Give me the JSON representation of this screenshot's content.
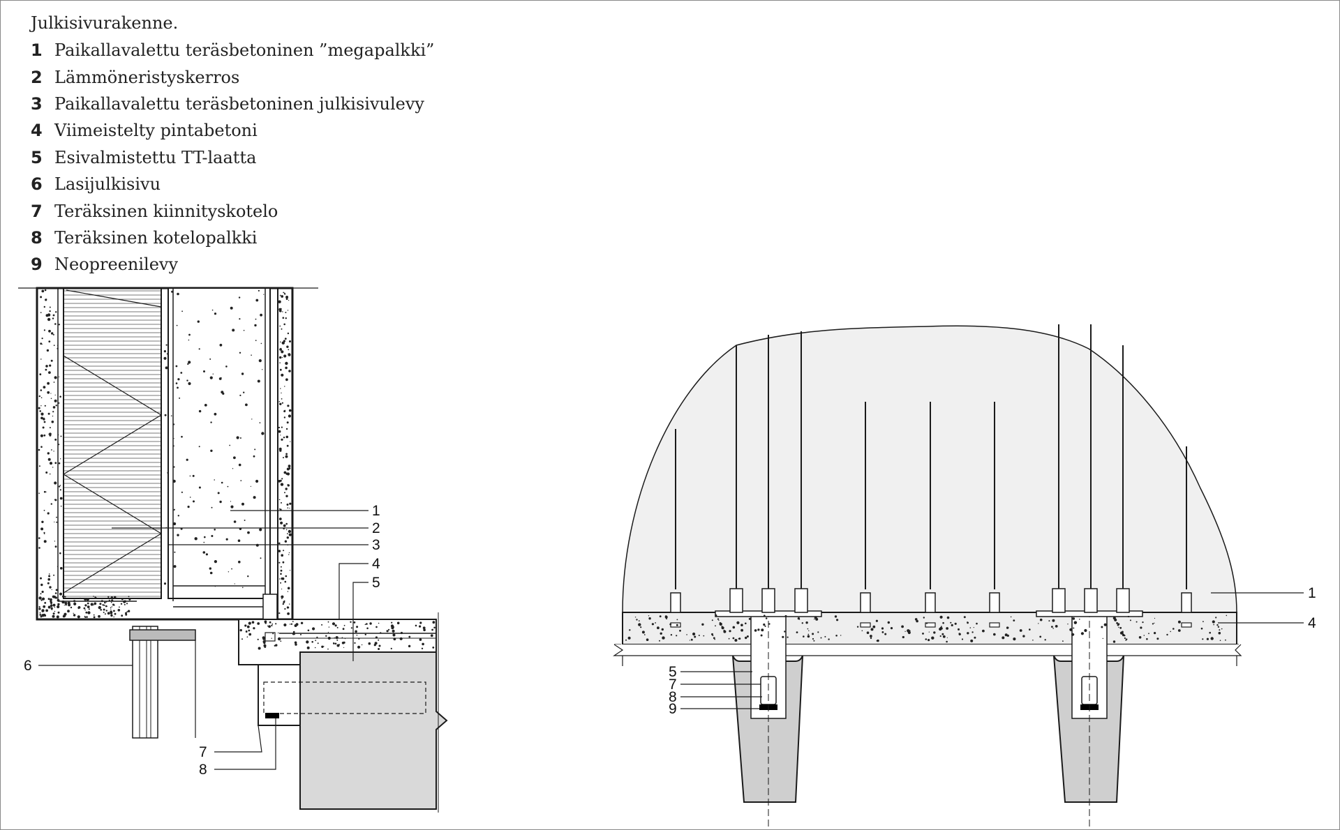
{
  "caption": "Julkisivurakenne.",
  "legend": [
    {
      "num": "1",
      "text": "Paikallavalettu teräsbetoninen ”megapalkki”"
    },
    {
      "num": "2",
      "text": "Lämmöneristyskerros"
    },
    {
      "num": "3",
      "text": "Paikallavalettu teräsbetoninen julkisivulevy"
    },
    {
      "num": "4",
      "text": "Viimeistelty pintabetoni"
    },
    {
      "num": "5",
      "text": "Esivalmistettu TT-laatta"
    },
    {
      "num": "6",
      "text": "Lasijulkisivu"
    },
    {
      "num": "7",
      "text": "Teräksinen kiinnityskotelo"
    },
    {
      "num": "8",
      "text": "Teräksinen kotelopalkki"
    },
    {
      "num": "9",
      "text": "Neopreenilevy"
    }
  ],
  "left_labels": [
    "1",
    "2",
    "3",
    "4",
    "5",
    "6",
    "7",
    "8"
  ],
  "right_labels": [
    "1",
    "4",
    "5",
    "7",
    "8",
    "9"
  ],
  "colors": {
    "line": "#1a1a1a",
    "concrete_fill": "#f0f0f0",
    "slab_fill": "#d9d9d9",
    "beam_fill": "#cfcfcf",
    "neoprene": "#000000"
  }
}
